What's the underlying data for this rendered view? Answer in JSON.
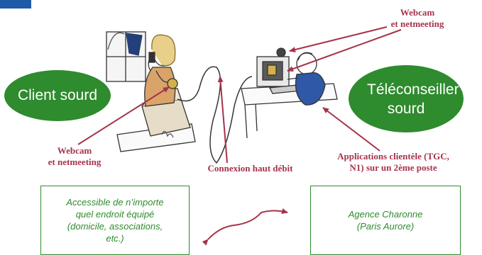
{
  "header": {
    "accent_color": "#1f5aa6"
  },
  "ovals": {
    "client": "Client sourd",
    "teleconseiller": "Téléconseiller sourd"
  },
  "labels": {
    "webcam_top": [
      "Webcam",
      "et netmeeting"
    ],
    "webcam_left": [
      "Webcam",
      "et netmeeting"
    ],
    "connexion": "Connexion haut débit",
    "applications": [
      "Applications clientèle (TGC,",
      "N1) sur un 2ème poste"
    ]
  },
  "boxes": {
    "left": [
      "Accessible de n’importe",
      "quel endroit équipé",
      "(domicile, associations,",
      "etc.)"
    ],
    "right": [
      "Agence Charonne",
      "(Paris Aurore)"
    ]
  },
  "colors": {
    "oval_green": "#2e8b2e",
    "label_red": "#a6334a",
    "box_border": "#2e8b2e",
    "box_text": "#2e8b2e"
  }
}
